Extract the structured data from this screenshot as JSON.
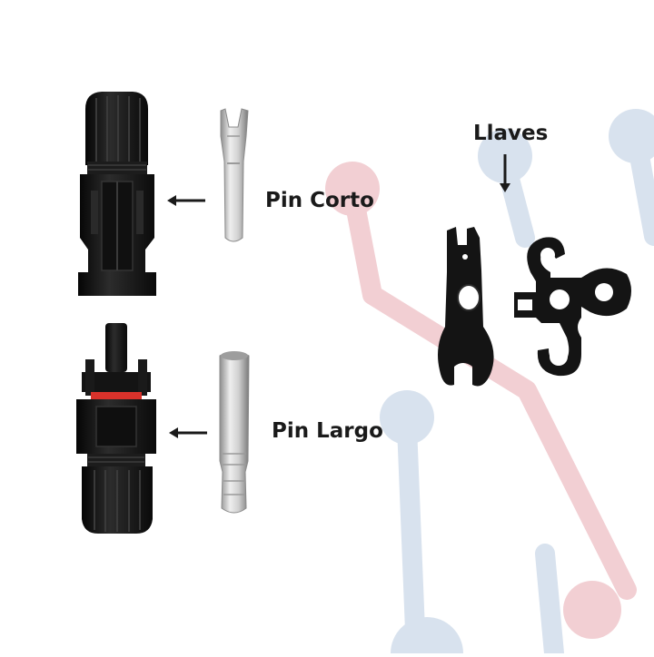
{
  "labels": {
    "pin_corto": "Pin Corto",
    "pin_largo": "Pin Largo",
    "llaves": "Llaves"
  },
  "colors": {
    "background": "#ffffff",
    "trace_red": "#f2cfd3",
    "trace_blue": "#d8e2ee",
    "connector": "#151515",
    "connector_ring": "#d9322b",
    "metal_pin": "#c9c9c9",
    "label_text": "#1a1a1a"
  },
  "icons": {
    "arrow_left": "arrow-left-icon",
    "arrow_down": "arrow-down-icon"
  }
}
